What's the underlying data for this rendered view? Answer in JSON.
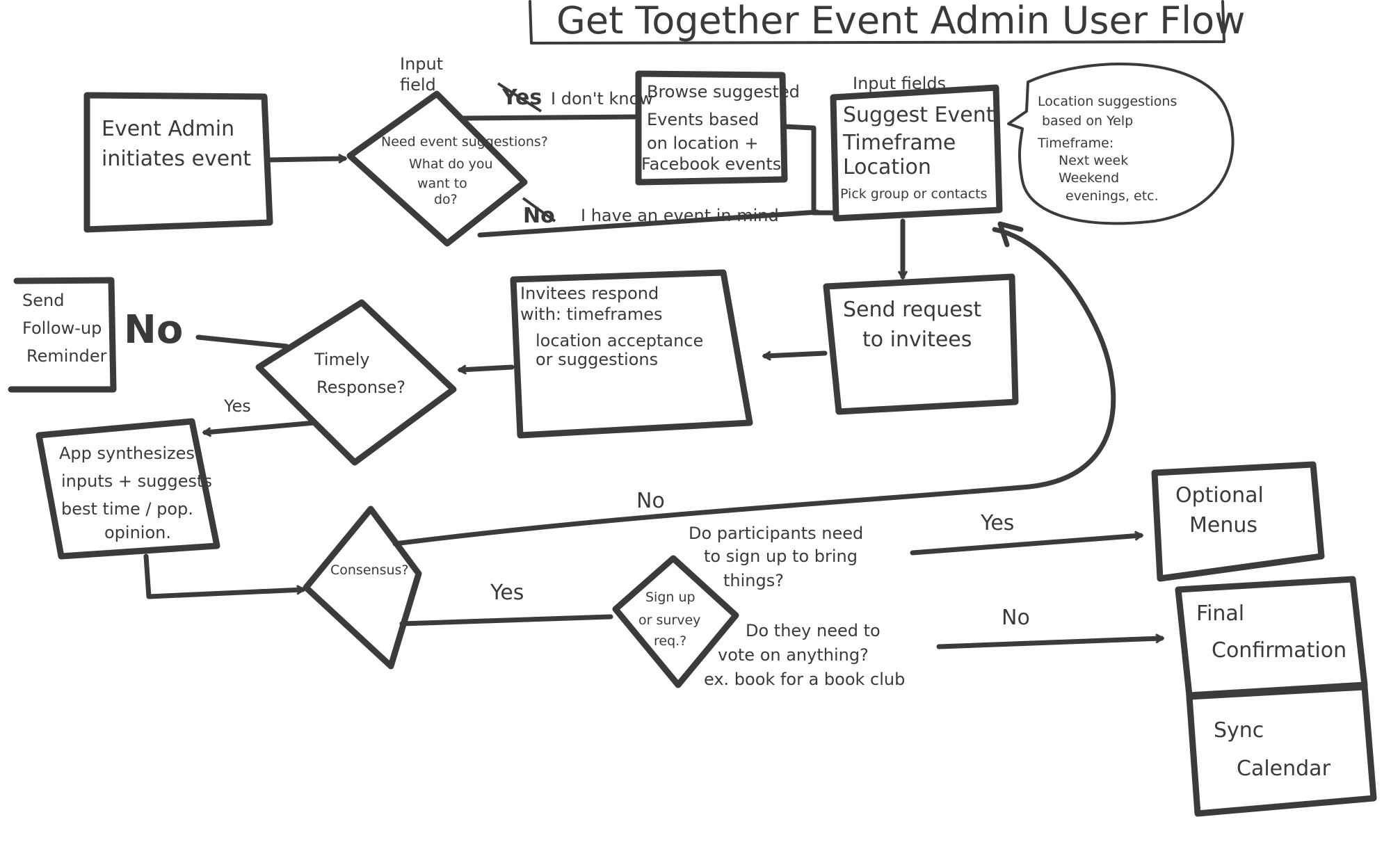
{
  "title": "Get Together Event Admin User Flow",
  "nodes": {
    "initiate": [
      "Event Admin",
      "initiates event"
    ],
    "decision_suggestions": [
      "Need event suggestions?",
      "What do you",
      "want to",
      "do?"
    ],
    "input_field_note": [
      "Input",
      "field"
    ],
    "browse": [
      "Browse suggested",
      "Events based",
      "on location +",
      "Facebook events"
    ],
    "suggest_event": [
      "Suggest Event",
      "Timeframe",
      "Location",
      "Pick group or contacts"
    ],
    "input_fields_note": "Input fields",
    "location_note": [
      "Location suggestions",
      "based on Yelp",
      "Timeframe:",
      "Next week",
      "Weekend",
      "evenings, etc."
    ],
    "send_request": [
      "Send request",
      "to invitees"
    ],
    "invitees_respond": [
      "Invitees respond",
      "with: timeframes",
      "location acceptance",
      "or suggestions"
    ],
    "timely_response": [
      "Timely",
      "Response?"
    ],
    "follow_up": [
      "Send",
      "Follow-up",
      "Reminder"
    ],
    "app_synthesizes": [
      "App synthesizes",
      "inputs + suggests",
      "best time / pop.",
      "opinion."
    ],
    "consensus": "Consensus?",
    "signup": [
      "Sign up",
      "or survey",
      "req.?"
    ],
    "optional_menus": [
      "Optional",
      "Menus"
    ],
    "final_confirmation": [
      "Final",
      "Confirmation"
    ],
    "sync_calendar": [
      "Sync",
      "Calendar"
    ]
  },
  "edge_labels": {
    "yes_dont_know": "Yes",
    "i_dont_know": "I don't know",
    "no_have_event": "No",
    "i_have_event": "I have an event in mind",
    "no_timely": "No",
    "yes_timely": "Yes",
    "no_consensus": "No",
    "yes_consensus": "Yes",
    "q_bring": [
      "Do participants need",
      "to sign up to bring",
      "things?"
    ],
    "yes_bring": "Yes",
    "q_vote": [
      "Do they need to",
      "vote on anything?",
      "ex. book for a book club"
    ],
    "no_vote": "No"
  }
}
